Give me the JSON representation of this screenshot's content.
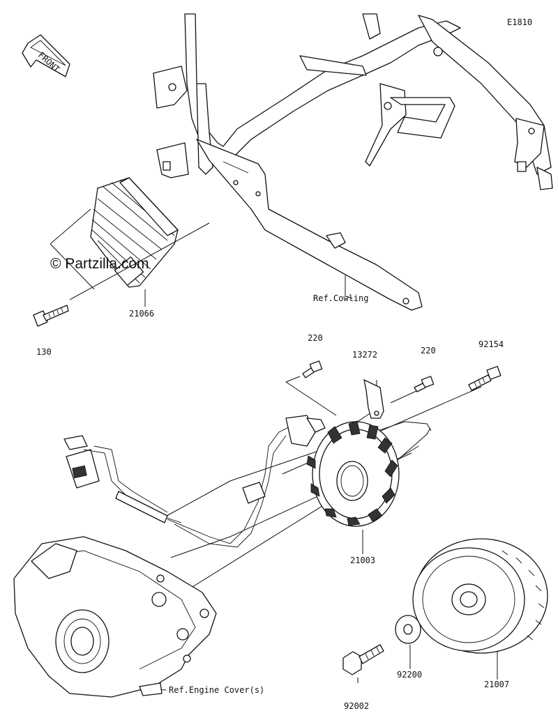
{
  "diagram": {
    "code": "E1810",
    "front_label": "FRONT",
    "watermark": "© Partzilla.com",
    "refs": {
      "cowling": "Ref.Cowling",
      "engine_cover": "Ref.Engine Cover(s)"
    },
    "parts": {
      "regulator": "21066",
      "regulator_bolt": "130",
      "bolt_220_left": "220",
      "clamp": "13272",
      "bolt_220_right": "220",
      "bolt_92154": "92154",
      "stator": "21003",
      "washer": "92200",
      "rotor": "21007",
      "rotor_bolt": "92002"
    }
  }
}
